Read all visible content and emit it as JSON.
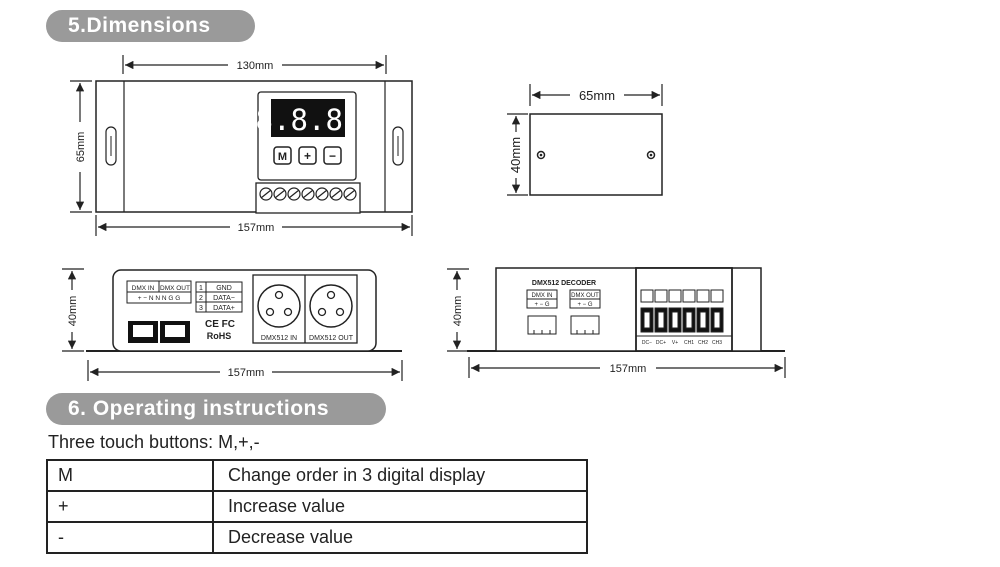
{
  "sections": {
    "dimensions_title": "5.Dimensions",
    "operating_title": "6. Operating instructions"
  },
  "front_view": {
    "width_top": "130mm",
    "height_left": "65mm",
    "width_bottom": "157mm",
    "display_digits": "8.8.8.",
    "buttons": [
      "M",
      "+",
      "−"
    ]
  },
  "side_view": {
    "width": "65mm",
    "height": "40mm"
  },
  "dmx_end_view": {
    "height": "40mm",
    "width": "157mm",
    "port_in_label": "DMX IN",
    "port_out_label": "DMX OUT",
    "port_pins": "+ − N N N G G",
    "pin_rows": [
      {
        "num": "1",
        "label": "GND"
      },
      {
        "num": "2",
        "label": "DATA−"
      },
      {
        "num": "3",
        "label": "DATA+"
      }
    ],
    "marks": "CE FC",
    "rohs": "RoHS",
    "xlr_in_label": "DMX512 IN",
    "xlr_out_label": "DMX512 OUT"
  },
  "output_end_view": {
    "height": "40mm",
    "width": "157mm",
    "decoder_label": "DMX512 DECODER",
    "in_label": "DMX IN",
    "in_pins": "+ − G",
    "out_label": "DMX OUT",
    "out_pins": "+ − G",
    "terminal_labels": [
      "DC−",
      "DC+",
      "V+",
      "CH1",
      "CH2",
      "CH3"
    ]
  },
  "operating": {
    "intro": "Three touch buttons: M,+,-",
    "rows": [
      {
        "key": "M",
        "desc": "Change order in 3 digital display"
      },
      {
        "key": "+",
        "desc": "Increase value"
      },
      {
        "key": "-",
        "desc": "Decrease value"
      }
    ]
  }
}
